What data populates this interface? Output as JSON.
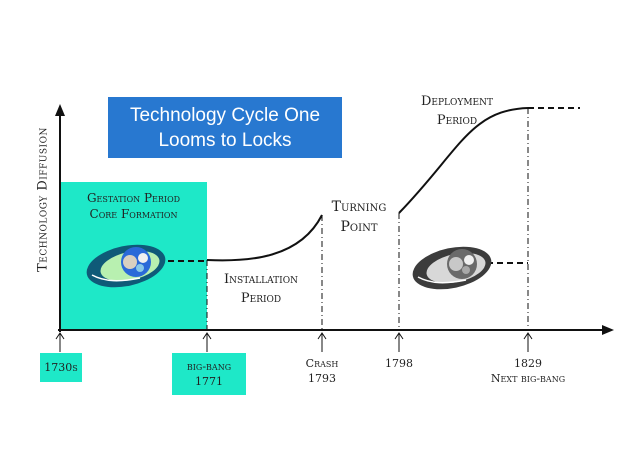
{
  "title": {
    "line1": "Technology Cycle One",
    "line2": "Looms to Locks"
  },
  "y_axis_label": "Technology Diffusion",
  "phases": {
    "gestation": {
      "line1": "Gestation Period",
      "line2": "Core Formation"
    },
    "installation": {
      "line1": "Installation",
      "line2": "Period"
    },
    "turning_point": {
      "line1": "Turning",
      "line2": "Point"
    },
    "deployment": {
      "line1": "Deployment",
      "line2": "Period"
    }
  },
  "ticks": {
    "t1730": {
      "line1": "1730s"
    },
    "t1771": {
      "line1": "big-bang",
      "line2": "1771"
    },
    "t1793": {
      "line1": "Crash",
      "line2": "1793"
    },
    "t1798": {
      "line1": "1798"
    },
    "t1829": {
      "line1": "1829",
      "line2": "Next big-bang"
    }
  },
  "icons": {
    "colored": "spinning-colored-orb-icon",
    "gray": "spinning-gray-orb-icon"
  },
  "colors": {
    "title_bg": "#2878d0",
    "highlight": "#1ee8c8",
    "line": "#111111"
  }
}
